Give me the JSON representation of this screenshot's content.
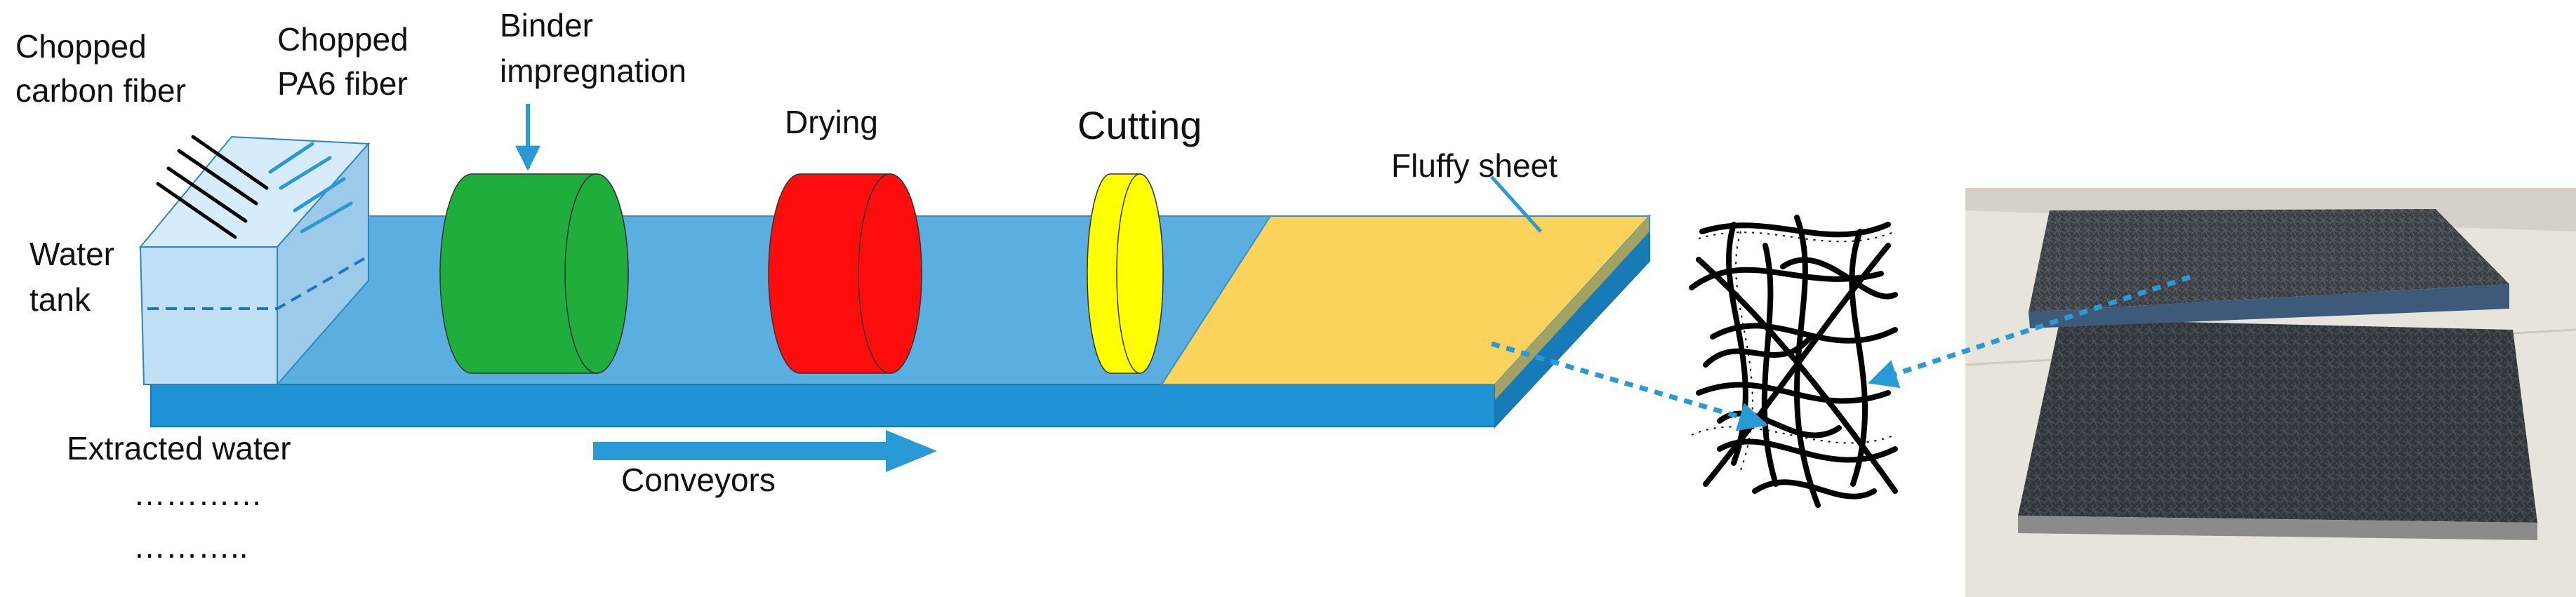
{
  "labels": {
    "chopped_carbon_fiber": [
      "Chopped",
      "carbon fiber"
    ],
    "chopped_pa6_fiber": [
      "Chopped",
      "PA6 fiber"
    ],
    "binder_impregnation": [
      "Binder",
      "impregnation"
    ],
    "drying": "Drying",
    "cutting": "Cutting",
    "fluffy_sheet": "Fluffy sheet",
    "water_tank": [
      "Water",
      "tank"
    ],
    "extracted_water": "Extracted water",
    "dots_1": "…………",
    "dots_2": "………..",
    "conveyors": "Conveyors"
  },
  "colors": {
    "conveyor_top": "#5aaee0",
    "conveyor_front": "#1f93d6",
    "conveyor_side": "#177bb8",
    "tank_fill": "#bfe0f5",
    "tank_side": "#9ccbea",
    "binder_roller": "#1fae3c",
    "dryer_roller": "#ff0c0c",
    "cutter_roller": "#ffff00",
    "sheet_top": "#fbd25a",
    "sheet_side": "#e0b33c",
    "arrow_blue": "#2a9ad6",
    "carbon_fiber": "#000000"
  },
  "icons": {
    "photo": "carbon-fiber-mat-photo",
    "fiber_network": "fiber-network-icon"
  }
}
